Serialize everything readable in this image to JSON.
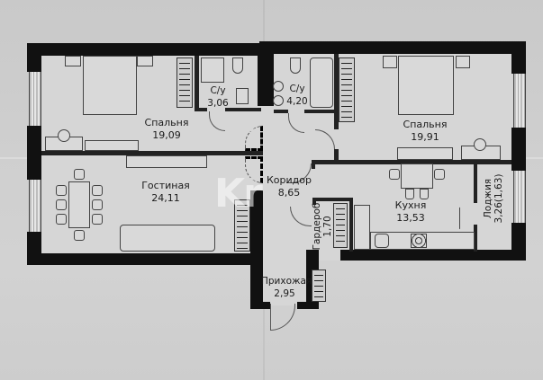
{
  "plan": {
    "rooms": [
      {
        "id": "bedroom-left",
        "name": "Спальня",
        "area": "19,09"
      },
      {
        "id": "bathroom-left",
        "name": "С/у",
        "area": "3,06"
      },
      {
        "id": "bathroom-right",
        "name": "С/у",
        "area": "4,20"
      },
      {
        "id": "bedroom-right",
        "name": "Спальня",
        "area": "19,91"
      },
      {
        "id": "living-room",
        "name": "Гостиная",
        "area": "24,11"
      },
      {
        "id": "corridor",
        "name": "Коридор",
        "area": "8,65"
      },
      {
        "id": "wardrobe",
        "name": "Гардероб",
        "area": "1,70"
      },
      {
        "id": "kitchen",
        "name": "Кухня",
        "area": "13,53"
      },
      {
        "id": "loggia",
        "name": "Лоджия",
        "area": "3,26(1,63)"
      },
      {
        "id": "hallway",
        "name": "Прихожая",
        "area": "2,95"
      }
    ],
    "watermark": "Kr"
  },
  "colors": {
    "paper": "#cecece",
    "floor": "#d6d6d6",
    "wall": "#111111"
  }
}
